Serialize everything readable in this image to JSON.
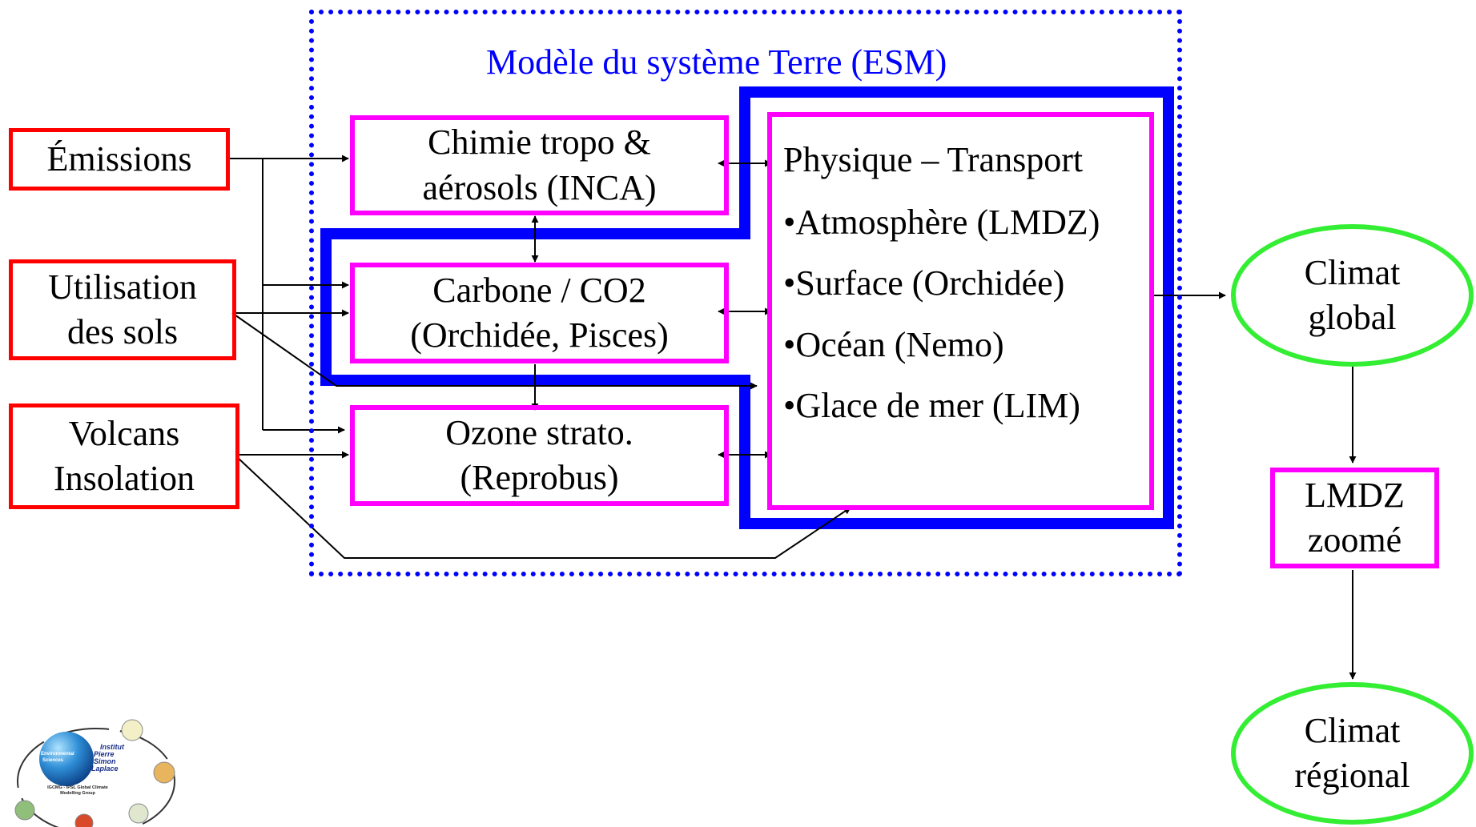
{
  "esm": {
    "title": "Modèle du système Terre (ESM)"
  },
  "inputs": {
    "emissions": "Émissions",
    "land_use": [
      "Utilisation",
      "des sols"
    ],
    "volcanoes": [
      "Volcans",
      "Insolation"
    ]
  },
  "modules": {
    "chemistry": [
      "Chimie tropo &",
      "aérosols (INCA)"
    ],
    "carbon": [
      "Carbone / CO2",
      "(Orchidée, Pisces)"
    ],
    "ozone": [
      "Ozone strato.",
      "(Reprobus)"
    ]
  },
  "physics": {
    "title": "Physique – Transport",
    "items": [
      "•Atmosphère (LMDZ)",
      "•Surface (Orchidée)",
      "•Océan (Nemo)",
      "•Glace de mer (LIM)"
    ]
  },
  "outputs": {
    "global": [
      "Climat",
      "global"
    ],
    "zoom": [
      "LMDZ",
      "zoomé"
    ],
    "regional": [
      "Climat",
      "régional"
    ]
  },
  "logo": {
    "globe_text": [
      "Environmental",
      "Sciences"
    ],
    "name": [
      "Institut",
      "Pierre",
      "Simon",
      "Laplace"
    ],
    "caption": [
      "IGCMG - IPSL Global Climate",
      "Modelling Group"
    ]
  },
  "colors": {
    "input_border": "#ff0000",
    "module_border": "#ff00ff",
    "coupling_border": "#0000ff",
    "output_border": "#33ee33"
  }
}
